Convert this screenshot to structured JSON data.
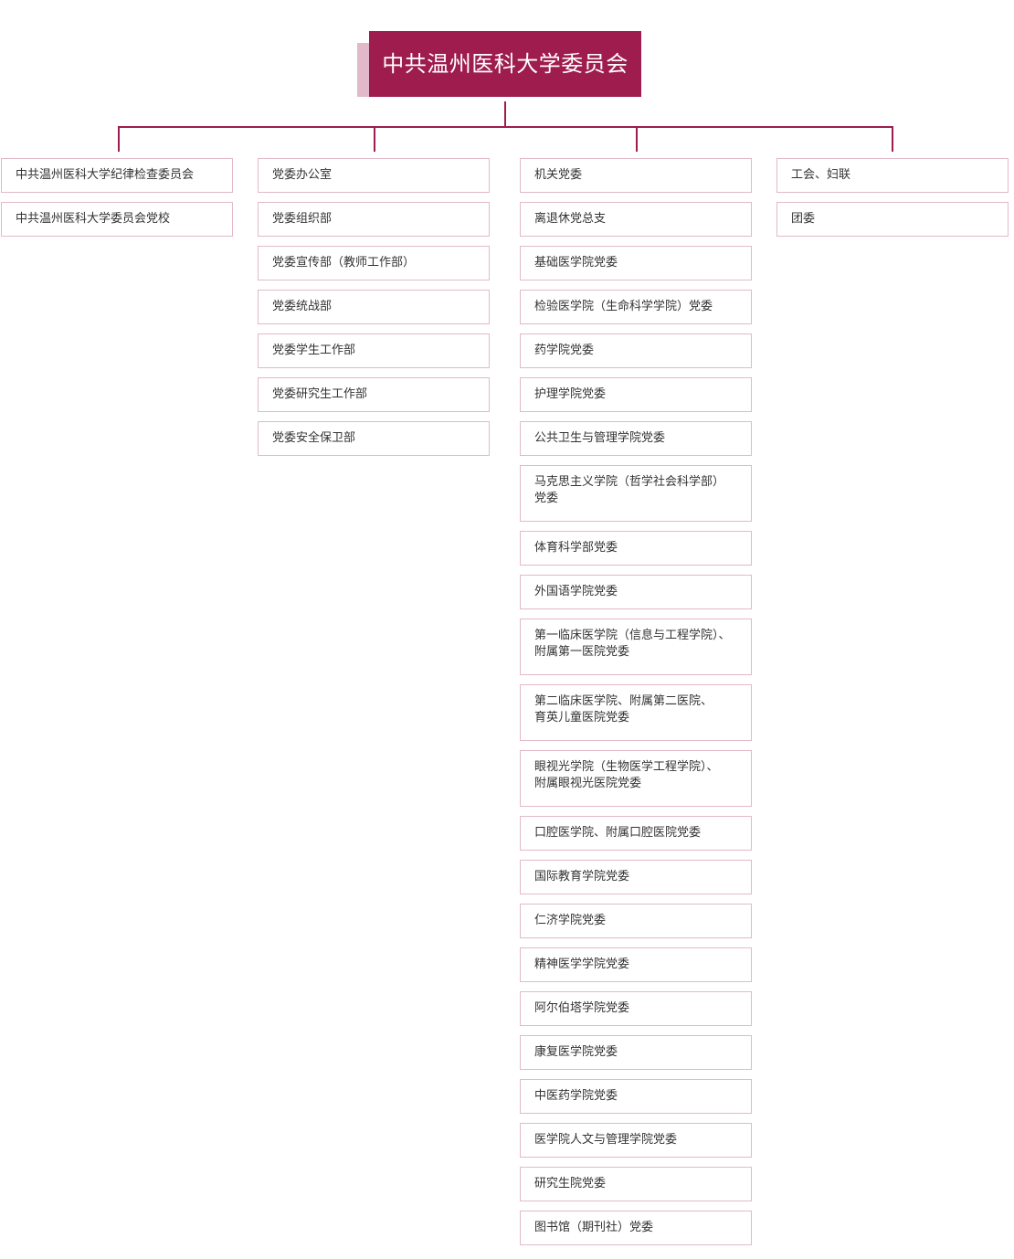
{
  "root": {
    "title": "中共温州医科大学委员会"
  },
  "colors": {
    "primary": "#9e1c4e",
    "border": "#e2b9c9"
  },
  "columns": [
    {
      "items": [
        "中共温州医科大学纪律检查委员会",
        "中共温州医科大学委员会党校"
      ]
    },
    {
      "items": [
        "党委办公室",
        "党委组织部",
        "党委宣传部（教师工作部）",
        "党委统战部",
        "党委学生工作部",
        "党委研究生工作部",
        "党委安全保卫部"
      ]
    },
    {
      "items": [
        "机关党委",
        "离退休党总支",
        "基础医学院党委",
        "检验医学院（生命科学学院）党委",
        "药学院党委",
        "护理学院党委",
        "公共卫生与管理学院党委",
        "马克思主义学院（哲学社会科学部）\n党委",
        "体育科学部党委",
        "外国语学院党委",
        "第一临床医学院（信息与工程学院）、\n附属第一医院党委",
        "第二临床医学院、附属第二医院、\n育英儿童医院党委",
        "眼视光学院（生物医学工程学院）、\n附属眼视光医院党委",
        "口腔医学院、附属口腔医院党委",
        "国际教育学院党委",
        "仁济学院党委",
        "精神医学学院党委",
        "阿尔伯塔学院党委",
        "康复医学院党委",
        " 中医药学院党委",
        "医学院人文与管理学院党委",
        "研究生院党委",
        "图书馆（期刊社）党委"
      ]
    },
    {
      "items": [
        "工会、妇联",
        "团委"
      ]
    }
  ]
}
